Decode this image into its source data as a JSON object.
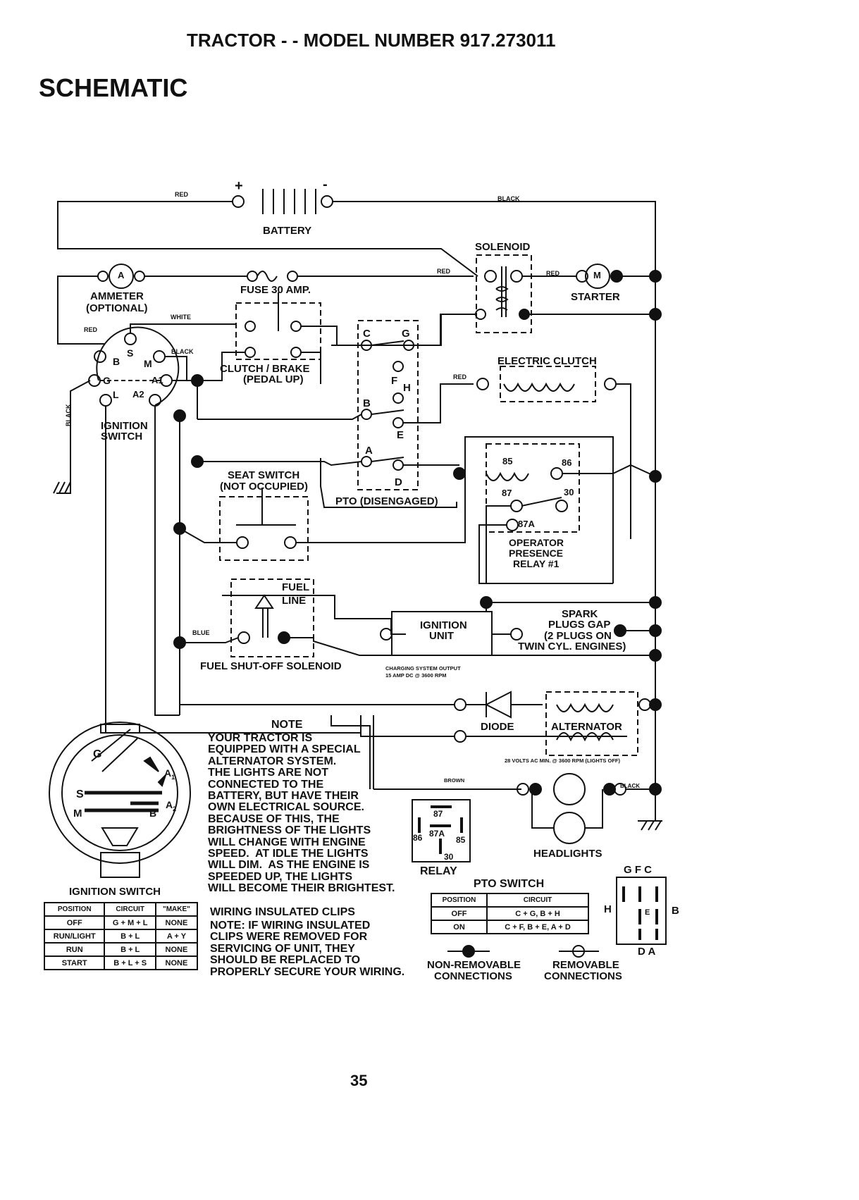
{
  "header": {
    "title": "TRACTOR - - MODEL NUMBER 917.273011",
    "section": "SCHEMATIC"
  },
  "labels": {
    "battery": "BATTERY",
    "battery_plus": "+",
    "battery_minus": "-",
    "red_top": "RED",
    "black_top": "BLACK",
    "solenoid": "SOLENOID",
    "red_solenoid": "RED",
    "red_starter": "RED",
    "starter": "STARTER",
    "starter_m": "M",
    "ammeter_a": "A",
    "ammeter": "AMMETER",
    "ammeter_optional": "(OPTIONAL)",
    "fuse": "FUSE 30 AMP.",
    "white": "WHITE",
    "red_left": "RED",
    "black_left": "BLACK",
    "vertical_black": "BLACK",
    "ign_b": "B",
    "ign_s": "S",
    "ign_m": "M",
    "ign_g": "G",
    "ign_a1": "A1",
    "ign_l": "L",
    "ign_a2": "A2",
    "ignition_switch_1": "IGNITION",
    "ignition_switch_2": "SWITCH",
    "clutch_brake": "CLUTCH / BRAKE",
    "pedal_up": "(PEDAL UP)",
    "pto_c": "C",
    "pto_g": "G",
    "pto_f": "F",
    "pto_h": "H",
    "pto_b": "B",
    "pto_e": "E",
    "pto_a": "A",
    "pto_d": "D",
    "pto_disengaged": "PTO (DISENGAGED)",
    "electric_clutch": "ELECTRIC CLUTCH",
    "red_clutch": "RED",
    "seat_switch": "SEAT SWITCH",
    "not_occupied": "(NOT OCCUPIED)",
    "relay_85": "85",
    "relay_86": "86",
    "relay_87": "87",
    "relay_30": "30",
    "relay_87a": "87A",
    "operator_1": "OPERATOR",
    "operator_2": "PRESENCE",
    "operator_3": "RELAY #1",
    "fuel_line_1": "FUEL",
    "fuel_line_2": "LINE",
    "blue": "BLUE",
    "fuel_shutoff": "FUEL SHUT-OFF SOLENOID",
    "ignition_unit_1": "IGNITION",
    "ignition_unit_2": "UNIT",
    "spark_1": "SPARK",
    "spark_2": "PLUGS GAP",
    "spark_3": "(2 PLUGS ON",
    "spark_4": "TWIN CYL. ENGINES)",
    "charging_1": "CHARGING SYSTEM OUTPUT",
    "charging_2": "15 AMP DC @ 3600 RPM",
    "diode": "DIODE",
    "alternator": "ALTERNATOR",
    "alt_volts": "28 VOLTS AC MIN. @ 3600 RPM (LIGHTS OFF)",
    "brown": "BROWN",
    "black_headlights": "BLACK",
    "headlights": "HEADLIGHTS",
    "relay": "RELAY",
    "relay_box_87": "87",
    "relay_box_86": "86",
    "relay_box_87a": "87A",
    "relay_box_85": "85",
    "relay_box_30": "30",
    "sw_g": "G",
    "sw_a1": "A",
    "sw_a1_sub": "1",
    "sw_s": "S",
    "sw_a2": "A",
    "sw_a2_sub": "2",
    "sw_m": "M",
    "sw_b": "B",
    "ignition_switch_caption": "IGNITION SWITCH",
    "pto_switch_caption": "PTO SWITCH",
    "gfc": "G F C",
    "h": "H",
    "e": "E",
    "b": "B",
    "da": "D A",
    "non_removable_1": "NON-REMOVABLE",
    "non_removable_2": "CONNECTIONS",
    "removable_1": "REMOVABLE",
    "removable_2": "CONNECTIONS"
  },
  "note": {
    "heading": "NOTE",
    "body": "YOUR TRACTOR IS\nEQUIPPED WITH A SPECIAL\nALTERNATOR SYSTEM.\nTHE LIGHTS ARE NOT\nCONNECTED TO THE\nBATTERY, BUT HAVE THEIR\nOWN ELECTRICAL SOURCE.\nBECAUSE OF THIS, THE\nBRIGHTNESS OF THE LIGHTS\nWILL CHANGE WITH ENGINE\nSPEED.  AT IDLE THE LIGHTS\nWILL DIM.  AS THE ENGINE IS\nSPEEDED UP, THE LIGHTS\nWILL BECOME THEIR BRIGHTEST.",
    "clips_heading": "WIRING INSULATED CLIPS",
    "clips_body": "NOTE: IF WIRING INSULATED\nCLIPS WERE REMOVED FOR\nSERVICING OF UNIT, THEY\nSHOULD BE REPLACED TO\nPROPERLY SECURE YOUR WIRING."
  },
  "ignition_table": {
    "headers": [
      "POSITION",
      "CIRCUIT",
      "\"MAKE\""
    ],
    "rows": [
      [
        "OFF",
        "G + M + L",
        "NONE"
      ],
      [
        "RUN/LIGHT",
        "B + L",
        "A + Y"
      ],
      [
        "RUN",
        "B + L",
        "NONE"
      ],
      [
        "START",
        "B + L + S",
        "NONE"
      ]
    ]
  },
  "pto_table": {
    "headers": [
      "POSITION",
      "CIRCUIT"
    ],
    "rows": [
      [
        "OFF",
        "C + G, B + H"
      ],
      [
        "ON",
        "C + F, B + E, A + D"
      ]
    ]
  },
  "page_number": "35"
}
